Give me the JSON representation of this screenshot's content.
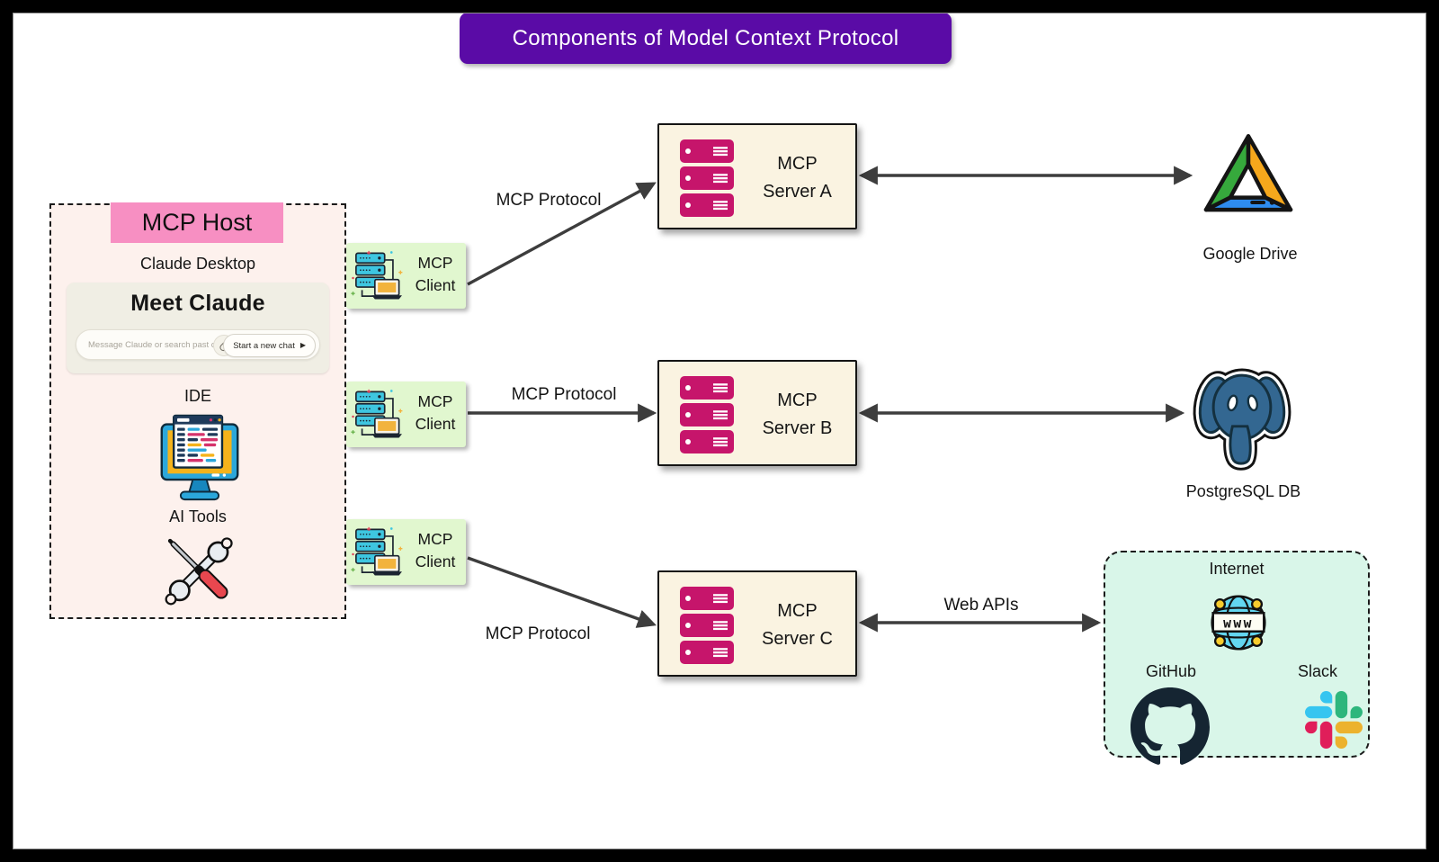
{
  "title": "Components of Model Context Protocol",
  "host": {
    "label": "MCP Host",
    "app_name": "Claude Desktop",
    "claude_card": {
      "heading": "Meet Claude",
      "input_placeholder": "Message Claude or search past chats...",
      "new_chat_button": "Start a new chat",
      "new_chat_arrow": "▶"
    },
    "ide_label": "IDE",
    "ai_tools_label": "AI Tools"
  },
  "clients": [
    {
      "line1": "MCP",
      "line2": "Client"
    },
    {
      "line1": "MCP",
      "line2": "Client"
    },
    {
      "line1": "MCP",
      "line2": "Client"
    }
  ],
  "servers": [
    {
      "line1": "MCP",
      "line2": "Server A"
    },
    {
      "line1": "MCP",
      "line2": "Server B"
    },
    {
      "line1": "MCP",
      "line2": "Server C"
    }
  ],
  "connection_labels": {
    "client_to_server_a": "MCP Protocol",
    "client_to_server_b": "MCP Protocol",
    "client_to_server_c": "MCP Protocol",
    "server_c_to_internet": "Web APIs"
  },
  "external_services": {
    "google_drive_label": "Google Drive",
    "postgresql_label": "PostgreSQL DB",
    "internet_group": {
      "internet_label": "Internet",
      "globe_text": "www",
      "github_label": "GitHub",
      "slack_label": "Slack"
    }
  },
  "colors": {
    "banner_bg": "#5a0ba6",
    "host_label_bg": "#f78fc2",
    "host_bg": "#fdf1ed",
    "client_bg": "#e1f7cf",
    "server_bg": "#faf3e1",
    "server_icon": "#c6156b",
    "internet_bg": "#d9f6e9",
    "arrow": "#3d3d3d"
  }
}
